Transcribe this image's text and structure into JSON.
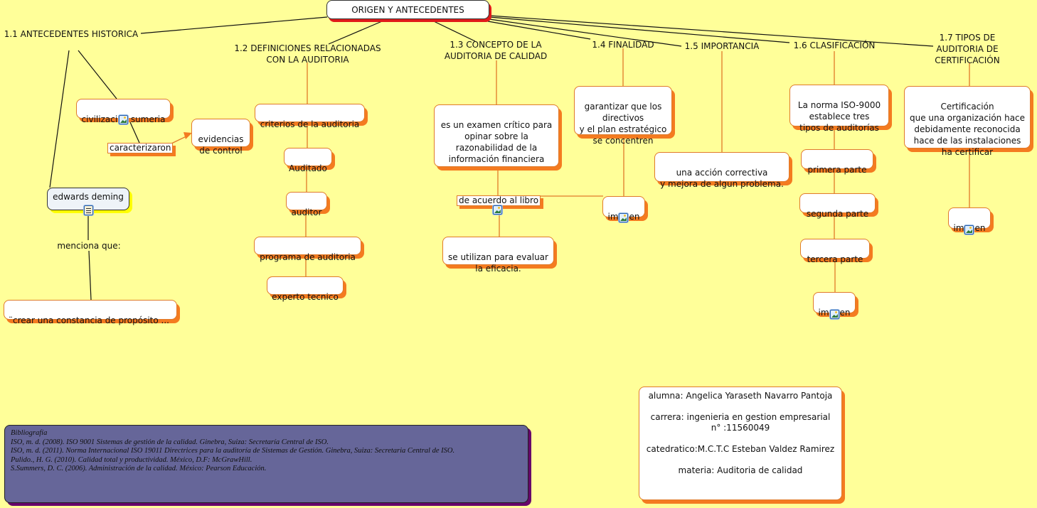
{
  "root": {
    "label": "ORIGEN Y ANTECEDENTES"
  },
  "topics": {
    "t11": "1.1 ANTECEDENTES HISTORICA",
    "t12": "1.2 DEFINICIONES RELACIONADAS\nCON LA AUDITORIA",
    "t13": "1.3 CONCEPTO DE LA\nAUDITORIA DE CALIDAD",
    "t14": "1.4 FINALIDAD",
    "t15": "1.5 IMPORTANCIA",
    "t16": "1.6 CLASIFICACIÓN",
    "t17": "1.7 TIPOS DE\nAUDITORIA DE\nCERTIFICACIÓN"
  },
  "historica": {
    "civilizacion": "civilizacion sumeria",
    "caracterizaron": "caracterizaron",
    "evidencias": "evidencias\nde control",
    "deming": "edwards deming",
    "menciona": "menciona que:",
    "cita": "¨crear una constancia de propósito ..."
  },
  "definiciones": {
    "items": [
      "criterios de la auditoria",
      "Auditado",
      "auditor",
      "programa de auditoria",
      "experto tecnico"
    ]
  },
  "concepto": {
    "examen": "es un examen crítico para\nopinar sobre la\nrazonabilidad de la\ninformación financiera",
    "libro": "de acuerdo al libro",
    "utilizan": "se utilizan para evaluar\nla eficacia."
  },
  "finalidad": {
    "garantizar": "garantizar que los\ndirectivos\ny el plan estratégico\nse concentren",
    "imagen": "imagen"
  },
  "importancia": {
    "accion": "una acción correctiva\ny mejora de algun problema."
  },
  "clasificacion": {
    "norma": "La norma ISO-9000\nestablece tres\ntipos de auditorías",
    "items": [
      "primera parte",
      "segunda parte",
      "tercera parte"
    ],
    "imagen": "imagen"
  },
  "certificacion": {
    "desc": "Certificación\nque una organización hace\ndebidamente reconocida\nhace de las instalaciones\nha certificar",
    "imagen": "imagen"
  },
  "bibliografia": {
    "lines": [
      "Bibliografía",
      "ISO, m. d. (2008). ISO 9001 Sistemas de gestión de la calidad. Ginebra, Suiza: Secretaría Central de ISO.",
      "ISO, m. d. (2011). Norma Internacional ISO 19011 Directrices para la auditoría de Sistemas de Gestión. Ginebra, Suiza: Secretaria Central de ISO.",
      "Pulido., H. G. (2010). Calidad total y productividad. México, D.F: McGrawHill.",
      "S.Summers, D. C. (2006). Administración de la calidad. México: Pearson Educación."
    ]
  },
  "info": {
    "lines": [
      "alumna: Angelica Yaraseth Navarro Pantoja",
      "",
      "carrera: ingenieria en gestion empresarial",
      "n° :11560049",
      "",
      "catedratico:M.C.T.C Esteban Valdez Ramirez",
      "",
      "materia: Auditoria de calidad"
    ]
  },
  "colors": {
    "background": "#ffff99",
    "node_shadow": "#f47b20",
    "root_shadow": "#e01a1a",
    "biblio_bg": "#666699",
    "deming_shadow": "#ffff00"
  }
}
